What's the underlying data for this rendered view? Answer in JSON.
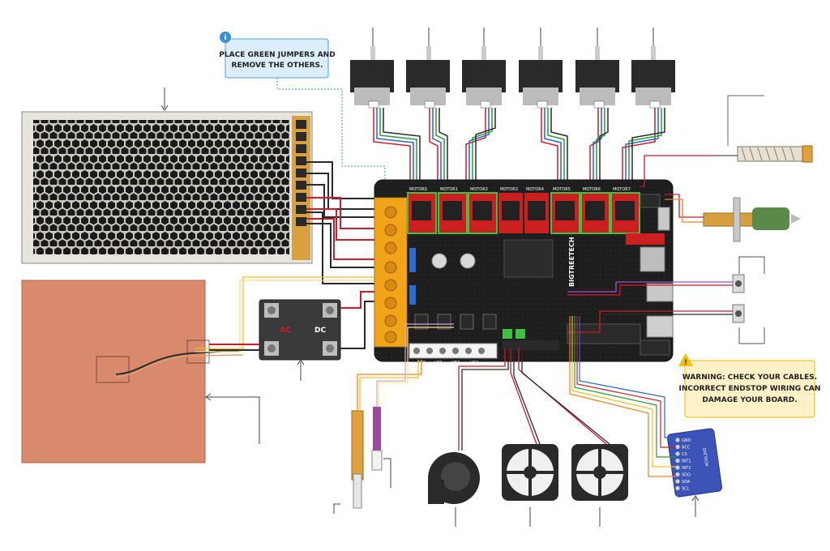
{
  "callouts": {
    "info": {
      "icon": "info-icon",
      "line1": "PLACE GREEN JUMPERS AND",
      "line2": "REMOVE THE OTHERS."
    },
    "warning": {
      "icon": "warning-icon",
      "line1": "WARNING: CHECK YOUR CABLES.",
      "line2": "INCORRECT ENDSTOP WIRING CAN",
      "line3": "DAMAGE YOUR BOARD."
    }
  },
  "board": {
    "brand": "BIGTREETECH",
    "driver_slots": [
      "MOTOR0",
      "MOTOR1",
      "MOTOR2",
      "MOTOR3",
      "MOTOR4",
      "MOTOR5",
      "MOTOR6",
      "MOTOR7"
    ],
    "heater_labels": [
      "HE0",
      "HE1",
      "HE2",
      "HE3"
    ]
  },
  "ssr": {
    "ac_label": "AC",
    "dc_label": "DC"
  },
  "accelerometer": {
    "model": "ADXL345",
    "pins": [
      "GND",
      "VCC",
      "CS",
      "INT1",
      "INT2",
      "SDO",
      "SDA",
      "SCL"
    ]
  },
  "colors": {
    "info_bg": "#dceefc",
    "info_border": "#4a9fe0",
    "warn_bg": "#fdf2c7",
    "warn_border": "#e8b800",
    "board": "#1c1c1c",
    "heatbed": "#d9896c",
    "psu": "#dad8d0",
    "terminal": "#f1a417",
    "wire_red": "#d21a2a",
    "wire_black": "#2a2a2a",
    "wire_blue": "#2466c8",
    "wire_green": "#2a9a3a",
    "wire_yellow": "#f0c020",
    "wire_orange": "#f08020",
    "wire_purple": "#a050c0"
  }
}
